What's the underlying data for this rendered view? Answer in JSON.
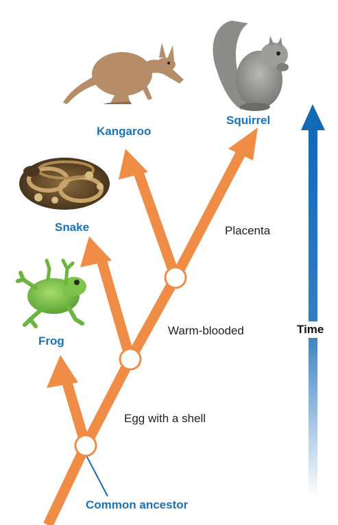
{
  "colors": {
    "branch": "#ef8c45",
    "node_fill": "#ffffff",
    "label_blue": "#1a73b8",
    "time_arrow": "#1269b4",
    "trait_text": "#222222"
  },
  "animals": [
    {
      "id": "frog",
      "label": "Frog",
      "icon": "frog-picture"
    },
    {
      "id": "snake",
      "label": "Snake",
      "icon": "snake-picture"
    },
    {
      "id": "kangaroo",
      "label": "Kangaroo",
      "icon": "kangaroo-picture"
    },
    {
      "id": "squirrel",
      "label": "Squirrel",
      "icon": "squirrel-picture"
    }
  ],
  "traits": [
    {
      "id": "egg",
      "label": "Egg with a shell"
    },
    {
      "id": "warm",
      "label": "Warm-blooded"
    },
    {
      "id": "placenta",
      "label": "Placenta"
    }
  ],
  "common_ancestor": "Common ancestor",
  "time_label": "Time"
}
